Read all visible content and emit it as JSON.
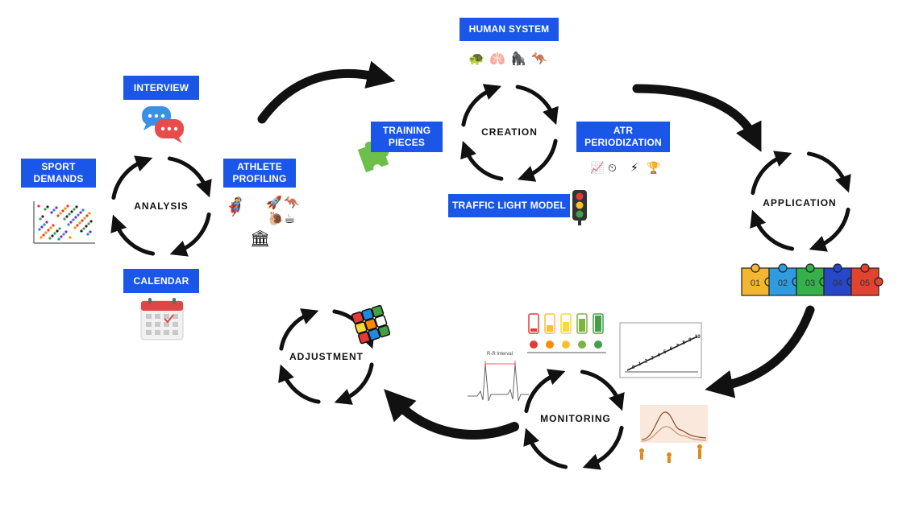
{
  "cycles": {
    "analysis": "ANALYSIS",
    "creation": "CREATION",
    "application": "APPLICATION",
    "monitoring": "MONITORING",
    "adjustment": "ADJUSTMENT"
  },
  "labels": {
    "interview": "INTERVIEW",
    "sport_demands_1": "SPORT",
    "sport_demands_2": "DEMANDS",
    "athlete_profiling_1": "ATHLETE",
    "athlete_profiling_2": "PROFILING",
    "calendar": "CALENDAR",
    "human_system": "HUMAN SYSTEM",
    "training_pieces_1": "TRAINING",
    "training_pieces_2": "PIECES",
    "atr_1": "ATR",
    "atr_2": "PERIODIZATION",
    "traffic_light": "TRAFFIC LIGHT MODEL"
  },
  "puzzle_pieces": [
    {
      "label": "01",
      "color": "#f2b632"
    },
    {
      "label": "02",
      "color": "#2f9be0"
    },
    {
      "label": "03",
      "color": "#35b04a"
    },
    {
      "label": "04",
      "color": "#2747c9"
    },
    {
      "label": "05",
      "color": "#e2432f"
    }
  ],
  "rr_interval_label": "R-R Interval",
  "steps_numbers": [
    "0",
    "1",
    "2",
    "3",
    "4",
    "5",
    "6",
    "7",
    "8",
    "9",
    "10"
  ],
  "icons": {
    "human_system": [
      "🐢",
      "🫁",
      "🦍",
      "🦘"
    ],
    "atr": [
      "📈",
      "⏲",
      "⚡",
      "🏆"
    ],
    "athlete_profiling": [
      "🦸",
      "🚀",
      "🦘",
      "🐌",
      "☕",
      "🏛"
    ]
  },
  "colors": {
    "label_bg": "#1a56e8",
    "arrow": "#111111"
  }
}
